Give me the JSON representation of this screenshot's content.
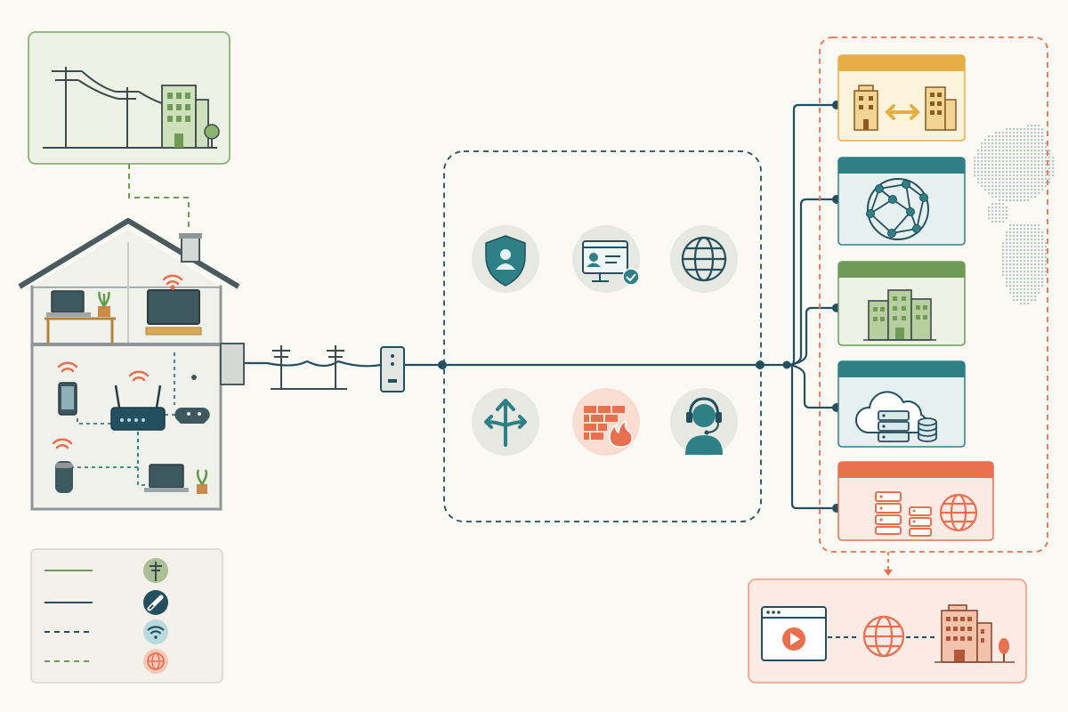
{
  "palette": {
    "background": "#fbf9f4",
    "navy": "#234f5f",
    "teal": "#2f7f86",
    "green": "#6f9a58",
    "sage": "#a9bf95",
    "orange": "#e8704f",
    "amber": "#e6ae44",
    "light_gray": "#e9ece4",
    "frame_gray": "#8f969a",
    "light_blue": "#b9dbe0"
  },
  "panels": {
    "utility_scene": {
      "icons": [
        "utility-pole-icon",
        "building-icon",
        "tree-icon"
      ]
    },
    "home": {
      "icons": [
        "laptop-icon",
        "tv-icon",
        "phone-icon",
        "router-icon",
        "game-controller-icon",
        "smart-speaker-icon",
        "laptop-icon",
        "wifi-icon",
        "plant-icon"
      ]
    },
    "isp_services": {
      "icons": [
        "shield-user-icon",
        "id-verified-icon",
        "globe-icon",
        "route-split-icon",
        "firewall-icon",
        "support-headset-icon"
      ]
    },
    "destinations": [
      {
        "color": "#e6ae44",
        "icons": [
          "building-icon",
          "double-arrow-icon",
          "building-icon"
        ]
      },
      {
        "color": "#2f7f86",
        "icons": [
          "network-globe-icon"
        ]
      },
      {
        "color": "#6f9a58",
        "icons": [
          "office-building-icon"
        ]
      },
      {
        "color": "#2f7f86",
        "icons": [
          "cloud-server-icon",
          "database-icon"
        ]
      },
      {
        "color": "#e8704f",
        "icons": [
          "server-rack-icon",
          "server-rack-icon",
          "globe-icon"
        ]
      }
    ],
    "public_access": {
      "icons": [
        "video-window-icon",
        "globe-icon",
        "office-building-icon",
        "tree-icon"
      ]
    }
  },
  "legend": [
    {
      "line_style": "solid",
      "color": "#6f9a58",
      "icon": "utility-pole-icon",
      "icon_bg": "#a9bf95"
    },
    {
      "line_style": "solid",
      "color": "#234f5f",
      "icon": "fiber-cable-icon",
      "icon_bg": "#234f5f"
    },
    {
      "line_style": "dashed",
      "color": "#234f5f",
      "icon": "wifi-icon",
      "icon_bg": "#b9dbe0"
    },
    {
      "line_style": "dashed",
      "color": "#6f9a58",
      "icon": "globe-icon",
      "icon_bg": "#f6c9b8"
    }
  ]
}
